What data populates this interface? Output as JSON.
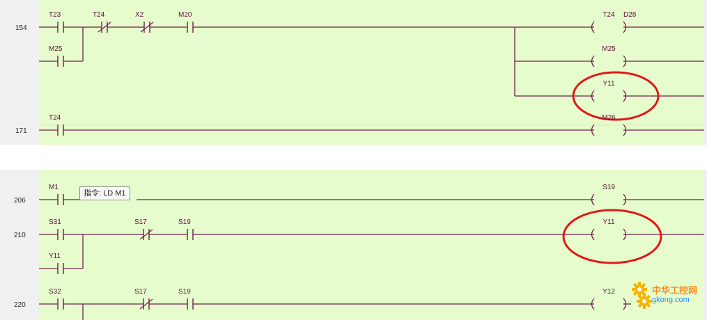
{
  "tooltip": {
    "text": "指令: LD M1"
  },
  "watermark": {
    "chinese": "中华工控网",
    "site": "gkong.com",
    "colors": {
      "chinese": "#ff8a1a",
      "site": "#1e90ff",
      "gear": "#f5b400"
    }
  },
  "colors": {
    "background": "#e6fccc",
    "wire": "#6e1e50",
    "highlight_circle": "#e01818",
    "gutter": "#f0f0f0"
  },
  "highlighted_coils": [
    "Y11"
  ],
  "top": {
    "rungs": [
      {
        "step": "154",
        "contacts": [
          {
            "label": "T23",
            "type": "NO"
          },
          {
            "label": "T24",
            "type": "NC"
          },
          {
            "label": "X2",
            "type": "NC"
          },
          {
            "label": "M20",
            "type": "NO"
          }
        ],
        "parallel_contacts": [
          {
            "label": "M25",
            "type": "NO"
          }
        ],
        "coils": [
          {
            "label": "T24",
            "param": "D28"
          },
          {
            "label": "M25"
          },
          {
            "label": "Y11",
            "highlighted": true
          }
        ]
      },
      {
        "step": "171",
        "contacts": [
          {
            "label": "T24",
            "type": "NO"
          }
        ],
        "coils": [
          {
            "label": "M26"
          }
        ]
      }
    ]
  },
  "bottom": {
    "rungs": [
      {
        "step": "206",
        "contacts": [
          {
            "label": "M1",
            "type": "NO"
          }
        ],
        "coils": [
          {
            "label": "S19"
          }
        ]
      },
      {
        "step": "210",
        "contacts": [
          {
            "label": "S31",
            "type": "NO"
          },
          {
            "label": "S17",
            "type": "NC"
          },
          {
            "label": "S19",
            "type": "NO"
          }
        ],
        "parallel_contacts": [
          {
            "label": "Y11",
            "type": "NO"
          }
        ],
        "coils": [
          {
            "label": "Y11",
            "highlighted": true
          }
        ]
      },
      {
        "step": "220",
        "contacts": [
          {
            "label": "S32",
            "type": "NO"
          },
          {
            "label": "S17",
            "type": "NC"
          },
          {
            "label": "S19",
            "type": "NO"
          }
        ],
        "coils": [
          {
            "label": "Y12"
          }
        ]
      }
    ]
  }
}
